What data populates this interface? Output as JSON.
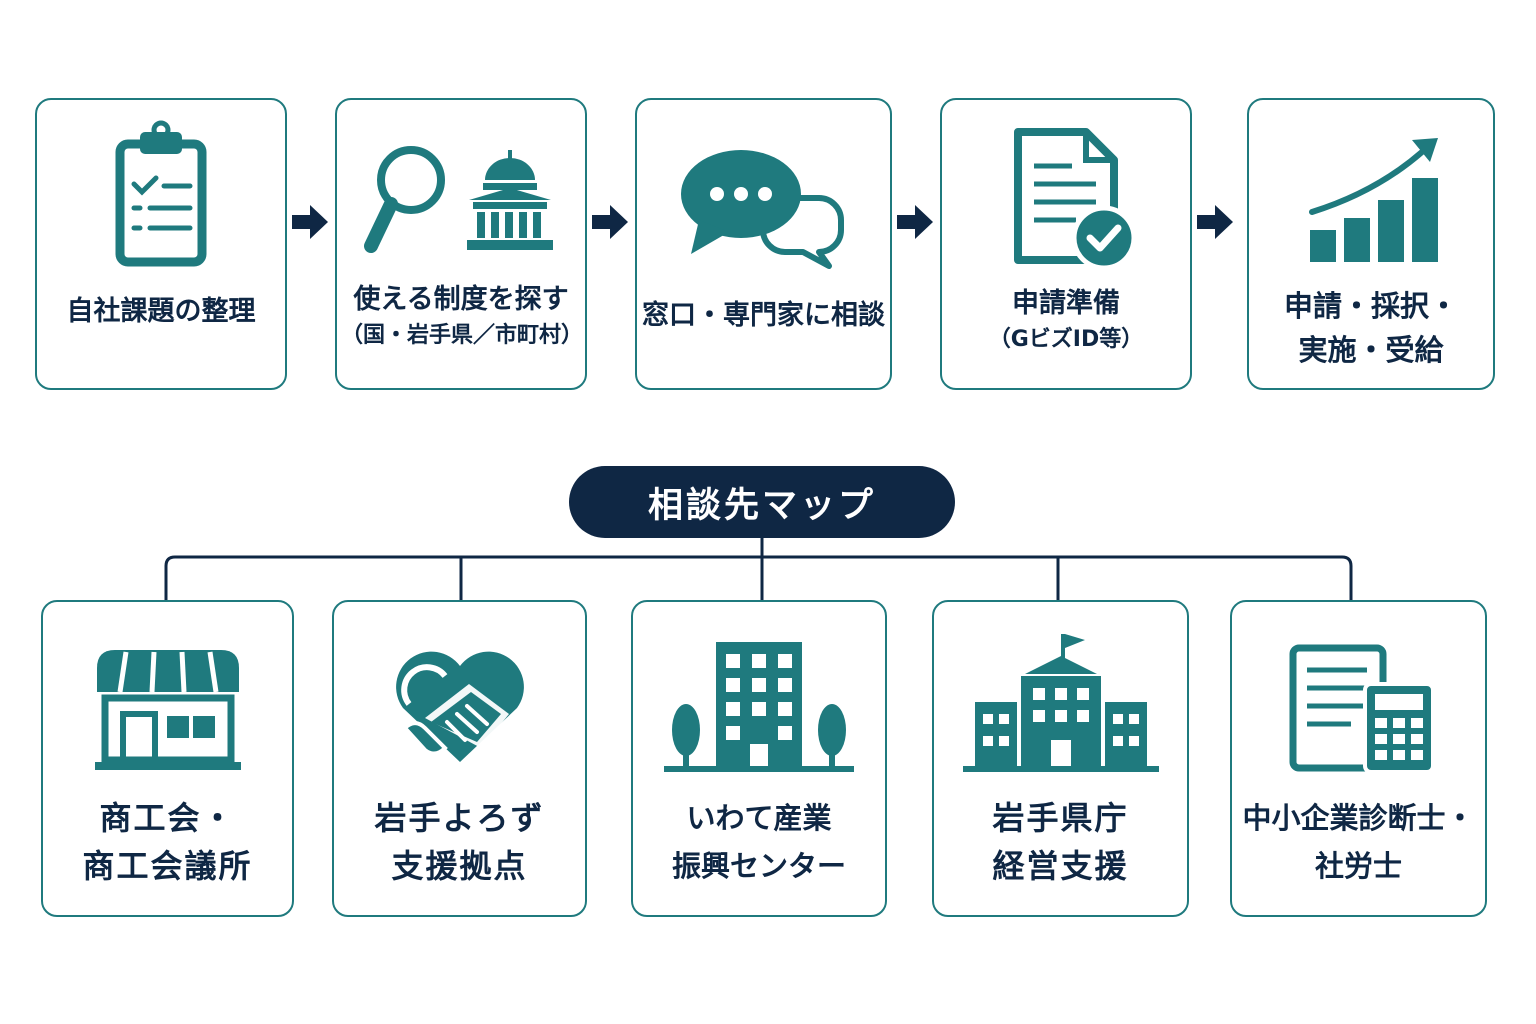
{
  "steps": [
    {
      "line1": "自社課題の整理",
      "line2": "",
      "icon": "clipboard-checklist-icon"
    },
    {
      "line1": "使える制度を探す",
      "line2": "（国・岩手県／市町村）",
      "icon": "magnifier-government-icon"
    },
    {
      "line1": "窓口・専門家に相談",
      "line2": "",
      "icon": "speech-bubbles-icon"
    },
    {
      "line1": "申請準備",
      "line2": "（GビズID等）",
      "icon": "document-check-icon"
    },
    {
      "line1": "申請・採択・",
      "line2": "実施・受給",
      "icon": "growth-chart-icon"
    }
  ],
  "map": {
    "title": "相談先マップ",
    "items": [
      {
        "line1": "商工会・",
        "line2": "商工会議所",
        "icon": "storefront-icon"
      },
      {
        "line1": "岩手よろず",
        "line2": "支援拠点",
        "icon": "heart-handshake-icon"
      },
      {
        "line1": "いわて産業",
        "line2": "振興センター",
        "icon": "office-building-icon"
      },
      {
        "line1": "岩手県庁",
        "line2": "経営支援",
        "icon": "government-building-icon"
      },
      {
        "line1": "中小企業診断士・",
        "line2": "社労士",
        "icon": "document-calculator-icon"
      }
    ]
  },
  "colors": {
    "teal": "#1f7a7e",
    "navy": "#0f2744",
    "background": "#ffffff"
  }
}
